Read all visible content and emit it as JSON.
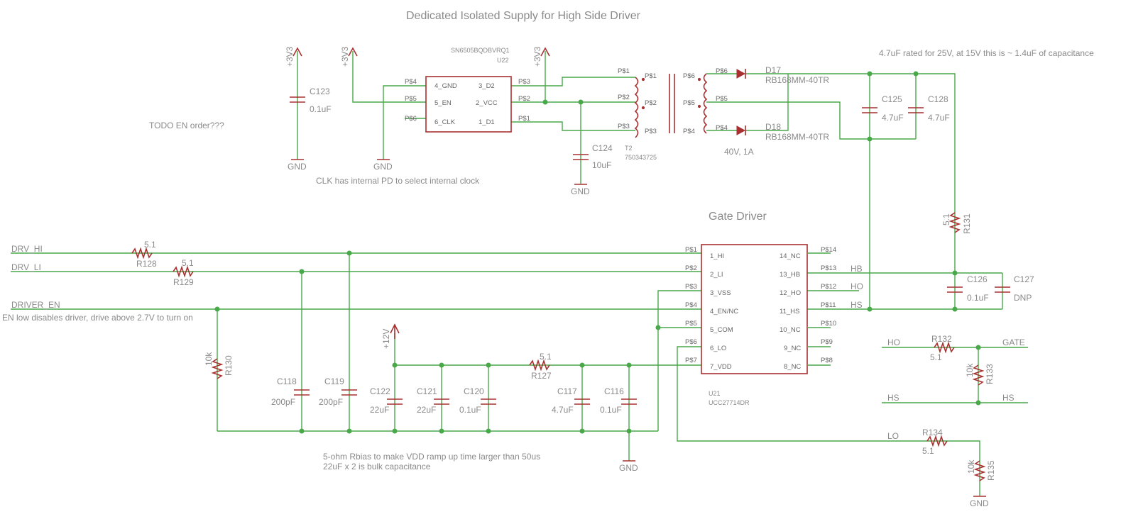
{
  "titles": {
    "supply": "Dedicated Isolated Supply for High Side Driver",
    "gate": "Gate Driver"
  },
  "notes": {
    "todo": "TODO EN order???",
    "clk": "CLK has internal PD to select internal clock",
    "cap_rating": "4.7uF rated for 25V, at 15V this is ~ 1.4uF of capacitance",
    "voltage": "40V, 1A",
    "en_low": "EN low disables driver, drive above 2.7V to turn on",
    "rbias": "5-ohm Rbias to make VDD ramp up time larger than 50us",
    "bulk": "22uF x 2 is bulk capacitance"
  },
  "power": {
    "v33": "+3V3",
    "v12": "+12V",
    "gnd": "GND"
  },
  "u22": {
    "name": "SN6505BQDBVRQ1",
    "ref": "U22",
    "left_pins": [
      "4_GND",
      "5_EN",
      "6_CLK"
    ],
    "right_pins": [
      "3_D2",
      "2_VCC",
      "1_D1"
    ],
    "left_pads": [
      "P$4",
      "P$5",
      "P$6"
    ],
    "right_pads": [
      "P$3",
      "P$2",
      "P$1"
    ]
  },
  "t2": {
    "ref": "T2",
    "part": "750343725",
    "prim_pads": [
      "P$1",
      "P$2",
      "P$3"
    ],
    "sec_pads": [
      "P$6",
      "P$5",
      "P$4"
    ]
  },
  "u21": {
    "ref": "U21",
    "part": "UCC27714DR",
    "left_pins": [
      "1_HI",
      "2_LI",
      "3_VSS",
      "4_EN/NC",
      "5_COM",
      "6_LO",
      "7_VDD"
    ],
    "right_pins": [
      "14_NC",
      "13_HB",
      "12_HO",
      "11_HS",
      "10_NC",
      "9_NC",
      "8_NC"
    ],
    "left_pads": [
      "P$1",
      "P$2",
      "P$3",
      "P$4",
      "P$5",
      "P$6",
      "P$7"
    ],
    "right_pads": [
      "P$14",
      "P$13",
      "P$12",
      "P$11",
      "P$10",
      "P$9",
      "P$8"
    ]
  },
  "diodes": {
    "d17": {
      "ref": "D17",
      "part": "RB168MM-40TR"
    },
    "d18": {
      "ref": "D18",
      "part": "RB168MM-40TR"
    }
  },
  "caps": {
    "c123": {
      "ref": "C123",
      "value": "0.1uF"
    },
    "c124": {
      "ref": "C124",
      "value": "10uF"
    },
    "c125": {
      "ref": "C125",
      "value": "4.7uF"
    },
    "c128": {
      "ref": "C128",
      "value": "4.7uF"
    },
    "c126": {
      "ref": "C126",
      "value": "0.1uF"
    },
    "c127": {
      "ref": "C127",
      "value": "DNP"
    },
    "c118": {
      "ref": "C118",
      "value": "200pF"
    },
    "c119": {
      "ref": "C119",
      "value": "200pF"
    },
    "c122": {
      "ref": "C122",
      "value": "22uF"
    },
    "c121": {
      "ref": "C121",
      "value": "22uF"
    },
    "c120": {
      "ref": "C120",
      "value": "0.1uF"
    },
    "c117": {
      "ref": "C117",
      "value": "4.7uF"
    },
    "c116": {
      "ref": "C116",
      "value": "0.1uF"
    }
  },
  "res": {
    "r128": {
      "ref": "R128",
      "value": "5.1"
    },
    "r129": {
      "ref": "R129",
      "value": "5.1"
    },
    "r130": {
      "ref": "R130",
      "value": "10k"
    },
    "r127": {
      "ref": "R127",
      "value": "5.1"
    },
    "r131": {
      "ref": "R131",
      "value": "5.1"
    },
    "r132": {
      "ref": "R132",
      "value": "5.1"
    },
    "r133": {
      "ref": "R133",
      "value": "10k"
    },
    "r134": {
      "ref": "R134",
      "value": "5.1"
    },
    "r135": {
      "ref": "R135",
      "value": "10k"
    }
  },
  "nets": {
    "drv_hi": "DRV_HI",
    "drv_li": "DRV_LI",
    "driver_en": "DRIVER_EN",
    "hb": "HB",
    "ho": "HO",
    "hs": "HS",
    "lo": "LO",
    "gate": "GATE"
  }
}
